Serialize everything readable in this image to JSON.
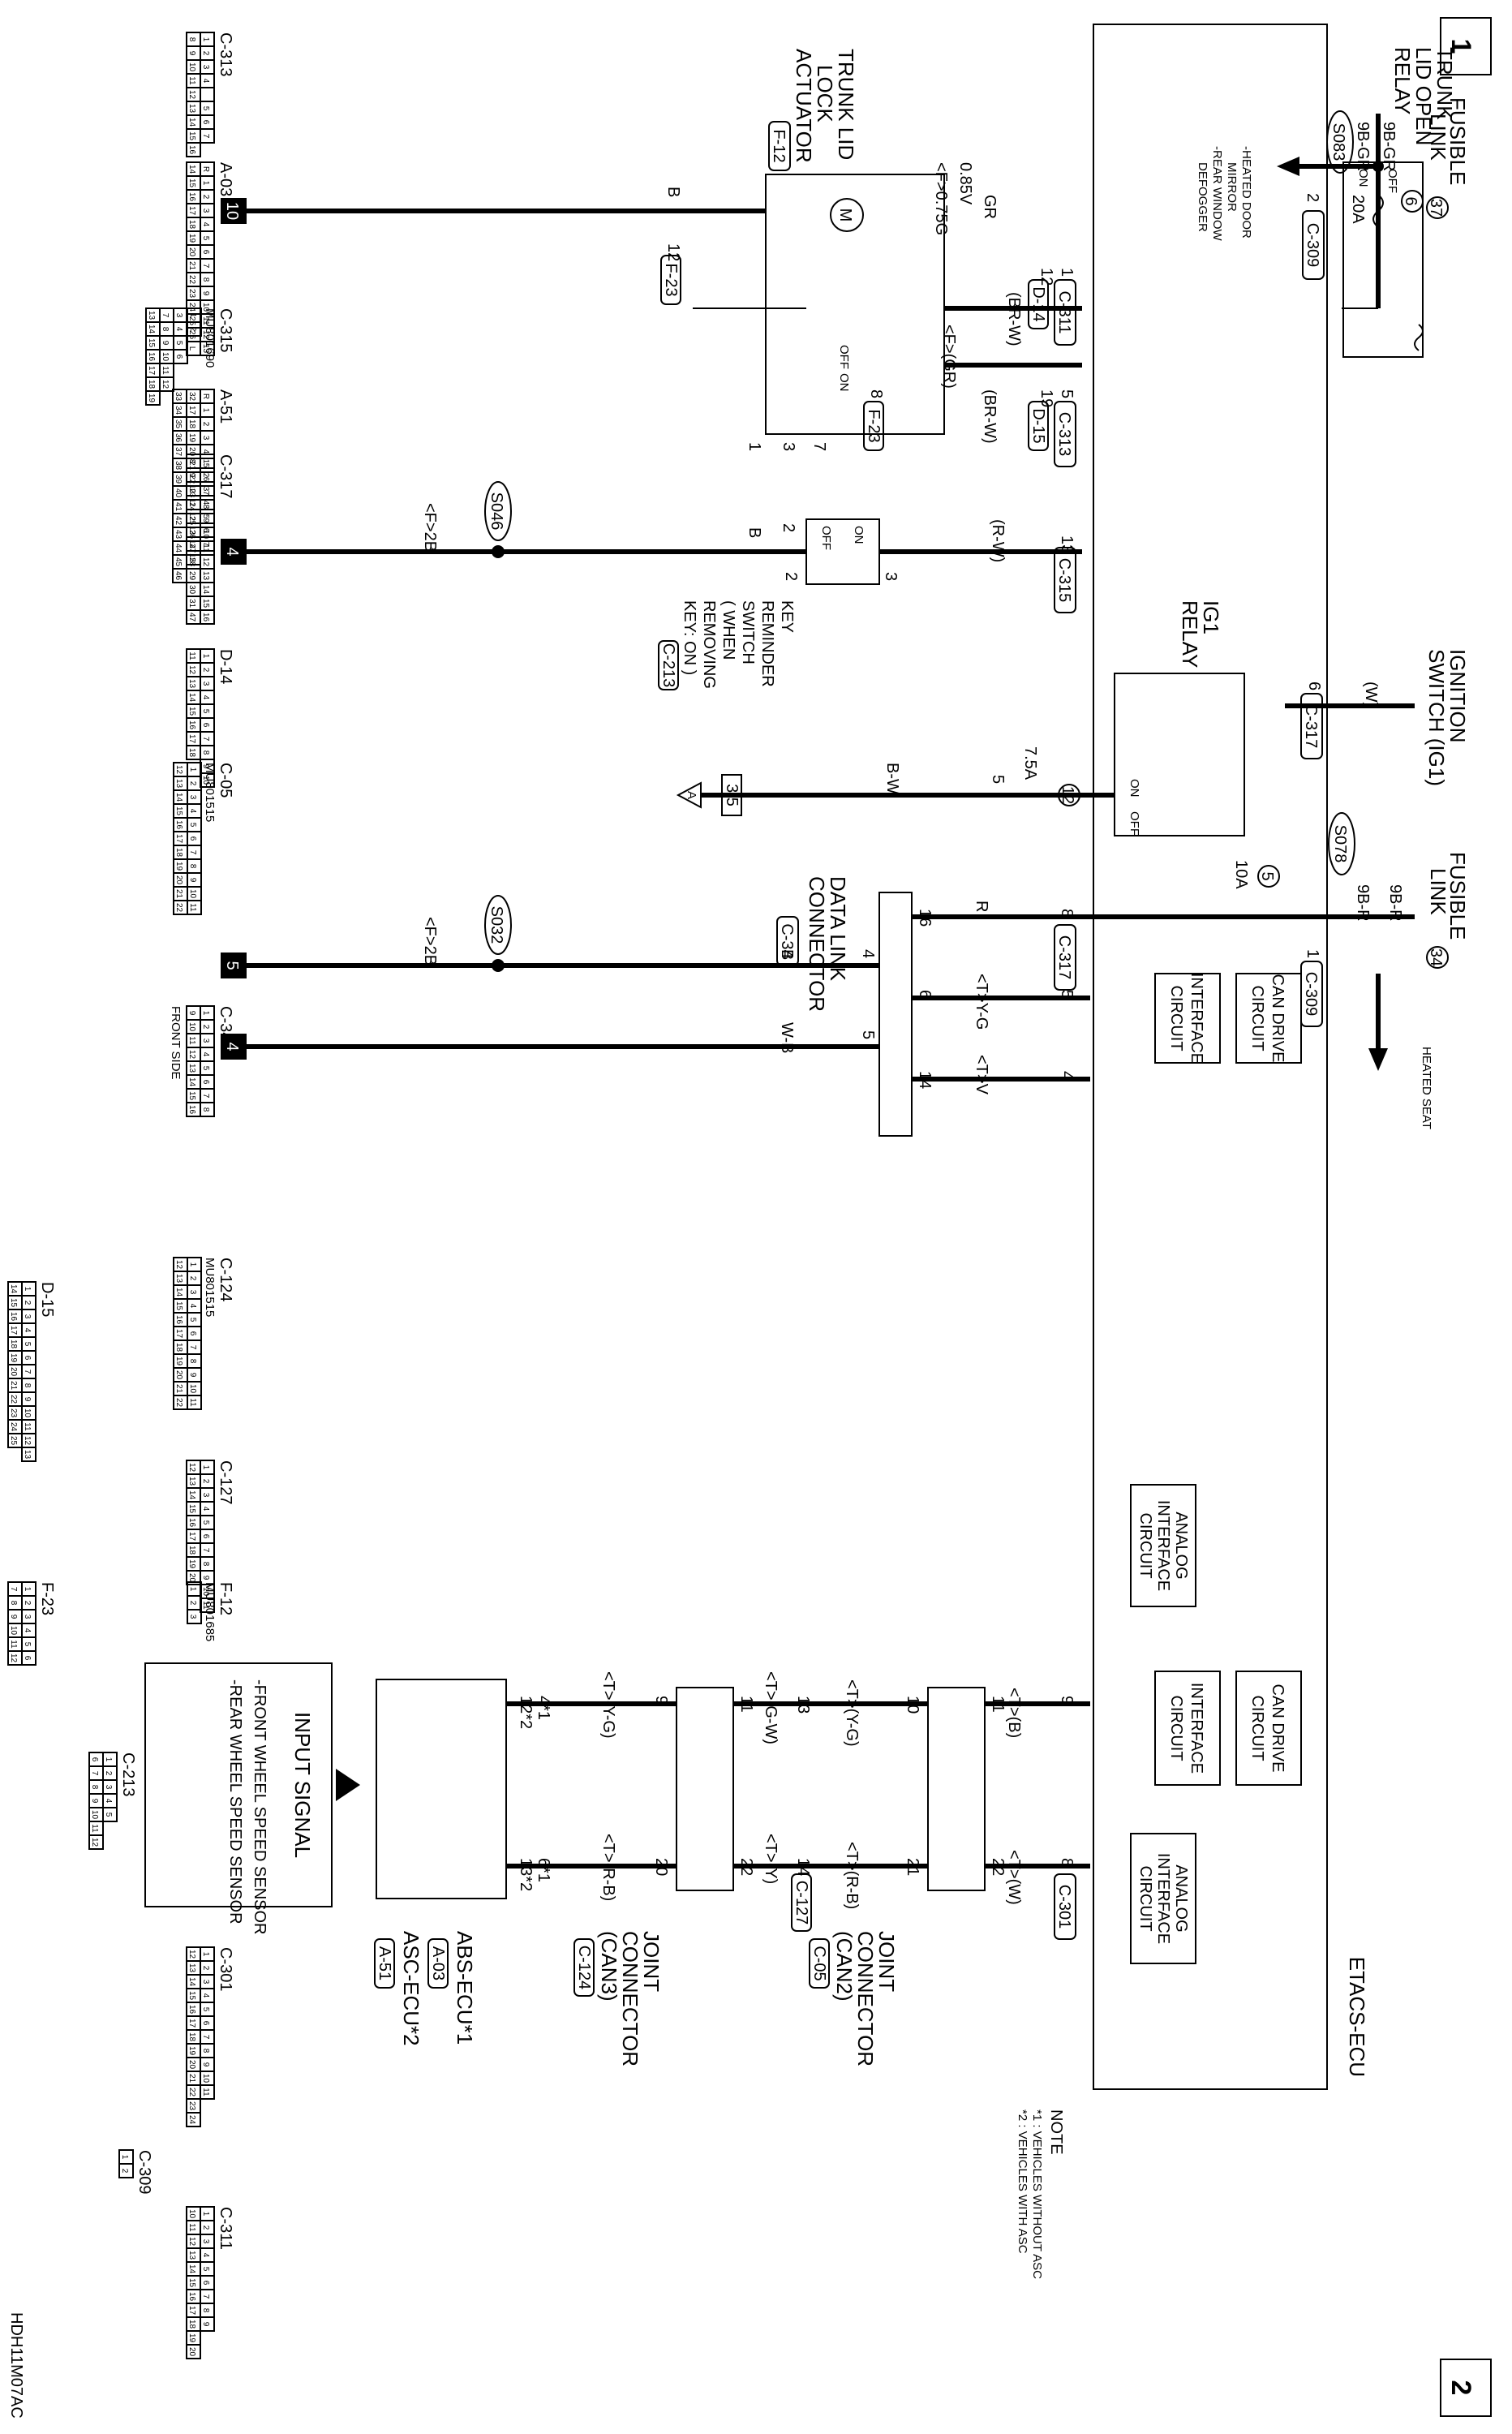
{
  "page": {
    "page_top": "1",
    "page_bottom": "2",
    "figure_id": "HDH11M07AC"
  },
  "ecu": {
    "title": "ETACS-ECU"
  },
  "notes": {
    "title": "NOTE",
    "n1": "*1 : VEHICLES WITHOUT ASC",
    "n2": "*2 : VEHICLES WITH ASC"
  },
  "fusible_links": {
    "fl37": {
      "label1": "FUSIBLE",
      "label2": "LINK",
      "num": "37",
      "splice": "S083",
      "wire": "9B-GR",
      "wire2": "9B-GR",
      "conn_pin": "2",
      "conn": "C-309",
      "branch": [
        "-HEATED DOOR",
        "MIRROR",
        "-REAR WINDOW",
        "DEFOGGER"
      ]
    },
    "fl34": {
      "label1": "FUSIBLE",
      "label2": "LINK",
      "num": "34",
      "splice": "S078",
      "wire": "9B-R",
      "wire2": "9B-R",
      "conn_pin": "1",
      "conn": "C-309",
      "branch": [
        "HEATED SEAT"
      ]
    }
  },
  "ignition": {
    "label1": "IGNITION",
    "label2": "SWITCH (IG1)",
    "wire": "(W)",
    "pin": "6",
    "conn": "C-317"
  },
  "fuses": [
    {
      "num": "6",
      "amp": "20A"
    },
    {
      "num": "12",
      "amp": "7.5A"
    },
    {
      "num": "5",
      "amp": "10A"
    }
  ],
  "relays": {
    "trunk": {
      "l1": "TRUNK",
      "l2": "LID OPEN",
      "l3": "RELAY",
      "off": "OFF",
      "on": "ON"
    },
    "ig1": {
      "l1": "IG1",
      "l2": "RELAY",
      "off": "OFF",
      "on": "ON"
    }
  },
  "trunk_actuator": {
    "title": [
      "TRUNK LID",
      "LOCK",
      "ACTUATOR"
    ],
    "conn": "F-12",
    "off": "OFF",
    "on": "ON",
    "pins": [
      "2",
      "3",
      "7",
      "1"
    ]
  },
  "wires_top": {
    "w1": {
      "pin": "1",
      "conn": "C-311",
      "color": "GR",
      "d_pin": "12",
      "d_conn": "D-14",
      "size": "0.85V",
      "f_size": "<F>0.75G",
      "alt": "(BR-W)"
    },
    "w2": {
      "pin": "5",
      "conn": "C-313",
      "color": "(BR-W)",
      "d_pin": "19",
      "d_conn": "D-15",
      "f_color": "<F>(GR)",
      "f_pin": "8",
      "f_conn": "F-23"
    },
    "w3": {
      "pin": "13",
      "conn": "C-315",
      "color": "(R-W)"
    },
    "ground_wire": "B",
    "ground_pin": "12",
    "ground_conn": "F-23",
    "ground_num": "10"
  },
  "key_switch": {
    "lines": [
      "KEY",
      "REMINDER",
      "SWITCH",
      "( WHEN",
      "REMOVING",
      "KEY: ON )"
    ],
    "conn": "C-213",
    "on": "ON",
    "off": "OFF",
    "pin_a": "3",
    "pin_b": "2",
    "wire": "B",
    "splice": "S046",
    "f_wire": "<F>2B",
    "ground_num": "4"
  },
  "ig_out": {
    "pin": "5",
    "wire": "B-W",
    "conn_ref": "3 5",
    "ref": "A"
  },
  "data_link": {
    "title": [
      "DATA LINK",
      "CONNECTOR"
    ],
    "conn": "C-34",
    "w_r": {
      "ecu_pin": "8",
      "ecu_conn": "C-317",
      "color": "R",
      "pin": "16"
    },
    "w_can_h": {
      "ecu_pin": "5",
      "color": "<T>Y-G",
      "pin": "6"
    },
    "w_can_l": {
      "ecu_pin": "4",
      "color": "<T>V",
      "pin": "14"
    },
    "g1": {
      "pin": "4",
      "wire": "B",
      "splice": "S032",
      "f_wire": "<F>2B",
      "ground_num": "5"
    },
    "g2": {
      "pin": "5",
      "wire": "W-B",
      "ground_num": "4"
    }
  },
  "can_circuits": {
    "can_drive": [
      "CAN DRIVE",
      "CIRCUIT"
    ],
    "interface": [
      "INTERFACE",
      "CIRCUIT"
    ],
    "analog": [
      "ANALOG",
      "INTERFACE",
      "CIRCUIT"
    ]
  },
  "can_bus": {
    "c301_l": {
      "pin": "9",
      "color": "<T>(B)"
    },
    "c301_h": {
      "pin": "8",
      "conn": "C-301",
      "color": "<T>(W)"
    },
    "jc2": {
      "title": [
        "JOINT",
        "CONNECTOR",
        "(CAN2)"
      ],
      "conn": "C-05",
      "p_in_l": "11",
      "p_in_h": "22",
      "p_out_l": "10",
      "p_out_h": "21"
    },
    "mid_l": {
      "color": "<T>(Y-G)"
    },
    "mid_h": {
      "color": "<T>(R-B)"
    },
    "c127": {
      "pin": "14",
      "conn": "C-127",
      "l_pin": "13",
      "color_l": "<T>(G-W)",
      "color_h": "<T>(Y)"
    },
    "jc3": {
      "title": [
        "JOINT",
        "CONNECTOR",
        "(CAN3)"
      ],
      "conn": "C-124",
      "p_in_l": "11",
      "p_in_h": "22",
      "p_out_l": "9",
      "p_out_h": "20"
    },
    "abs_l": {
      "color": "<T>(Y-G)",
      "pin": "4*1",
      "pin2": "12*2"
    },
    "abs_h": {
      "color": "<T>(R-B)",
      "pin": "6*1",
      "pin2": "13*2"
    }
  },
  "abs": {
    "l1": "ABS-ECU*1",
    "conn1": "A-03",
    "l2": "ASC-ECU*2",
    "conn2": "A-51"
  },
  "input_signal": {
    "title": "INPUT SIGNAL",
    "l1": "-FRONT WHEEL SPEED SENSOR",
    "l2": "-REAR WHEEL SPEED SENSOR"
  },
  "connectors": [
    {
      "id": "C-313",
      "rows": [
        [
          "1",
          "2",
          "3",
          "4",
          "",
          "5",
          "6",
          "7"
        ],
        [
          "8",
          "9",
          "10",
          "11",
          "12",
          "13",
          "14",
          "15",
          "16"
        ]
      ]
    },
    {
      "id": "A-03",
      "rows": [
        [
          "R",
          "1",
          "2",
          "3",
          "4",
          "5",
          "6",
          "7",
          "8",
          "9",
          "10",
          "11",
          "12",
          "13"
        ],
        [
          "14",
          "15",
          "16",
          "17",
          "18",
          "19",
          "20",
          "21",
          "22",
          "23",
          "24",
          "25",
          "26",
          "L"
        ]
      ]
    },
    {
      "id": "C-315",
      "part": "MU801690",
      "rows": [
        [
          "1",
          "2"
        ],
        [
          "3",
          "4",
          "5",
          "6"
        ],
        [
          "7",
          "8",
          "9",
          "10",
          "11",
          "12"
        ],
        [
          "13",
          "14",
          "15",
          "16",
          "17",
          "18",
          "19"
        ]
      ]
    },
    {
      "id": "A-51",
      "rows": [
        [
          "R",
          "1",
          "2",
          "3",
          "4",
          "5",
          "6",
          "7",
          "8",
          "9",
          "10",
          "11",
          "12",
          "13",
          "14",
          "15",
          "16"
        ],
        [
          "32",
          "17",
          "18",
          "19",
          "20",
          "21",
          "22",
          "23",
          "24",
          "25",
          "26",
          "27",
          "28",
          "29",
          "30",
          "31",
          "47"
        ],
        [
          "33",
          "34",
          "35",
          "36",
          "37",
          "38",
          "39",
          "40",
          "41",
          "42",
          "43",
          "44",
          "45",
          "46"
        ]
      ]
    },
    {
      "id": "C-317",
      "rows": [
        [
          "1",
          "2",
          "3",
          "4",
          "5",
          "6",
          "7"
        ],
        [
          "8",
          "9",
          "10",
          "11",
          "12",
          "13",
          "14",
          "15"
        ]
      ]
    },
    {
      "id": "D-14",
      "rows": [
        [
          "1",
          "2",
          "3",
          "4",
          "5",
          "6",
          "7",
          "8",
          "9",
          "10"
        ],
        [
          "11",
          "12",
          "13",
          "14",
          "15",
          "16",
          "17",
          "18"
        ]
      ]
    },
    {
      "id": "C-05",
      "part": "MU801515",
      "rows": [
        [
          "1",
          "2",
          "3",
          "4",
          "5",
          "6",
          "7",
          "8",
          "9",
          "10",
          "11"
        ],
        [
          "12",
          "13",
          "14",
          "15",
          "16",
          "17",
          "18",
          "19",
          "20",
          "21",
          "22"
        ]
      ]
    },
    {
      "id": "C-34",
      "caption": "FRONT SIDE",
      "rows": [
        [
          "1",
          "2",
          "3",
          "4",
          "5",
          "6",
          "7",
          "8"
        ],
        [
          "9",
          "10",
          "11",
          "12",
          "13",
          "14",
          "15",
          "16"
        ]
      ]
    },
    {
      "id": "C-124",
      "part": "MU801515",
      "rows": [
        [
          "1",
          "2",
          "3",
          "4",
          "5",
          "6",
          "7",
          "8",
          "9",
          "10",
          "11"
        ],
        [
          "12",
          "13",
          "14",
          "15",
          "16",
          "17",
          "18",
          "19",
          "20",
          "21",
          "22"
        ]
      ]
    },
    {
      "id": "D-15",
      "rows": [
        [
          "1",
          "2",
          "3",
          "4",
          "5",
          "6",
          "7",
          "8",
          "9",
          "10",
          "11",
          "12",
          "13"
        ],
        [
          "14",
          "15",
          "16",
          "17",
          "18",
          "19",
          "20",
          "21",
          "22",
          "23",
          "24",
          "25"
        ]
      ]
    },
    {
      "id": "C-127",
      "rows": [
        [
          "1",
          "2",
          "3",
          "4",
          "5",
          "6",
          "7",
          "8",
          "9",
          "10",
          "11"
        ],
        [
          "12",
          "13",
          "14",
          "15",
          "16",
          "17",
          "18",
          "19",
          "20"
        ]
      ]
    },
    {
      "id": "F-12",
      "part": "MU801685",
      "rows": [
        [
          "1",
          "2",
          "3"
        ]
      ]
    },
    {
      "id": "F-23",
      "rows": [
        [
          "1",
          "2",
          "3",
          "4",
          "5",
          "6"
        ],
        [
          "7",
          "8",
          "9",
          "10",
          "11",
          "12"
        ]
      ]
    },
    {
      "id": "C-213",
      "rows": [
        [
          "1",
          "2",
          "3",
          "4",
          "5"
        ],
        [
          "6",
          "7",
          "8",
          "9",
          "10",
          "11",
          "12"
        ]
      ]
    },
    {
      "id": "C-301",
      "rows": [
        [
          "1",
          "2",
          "3",
          "4",
          "5",
          "6",
          "7",
          "8",
          "9",
          "10",
          "11"
        ],
        [
          "12",
          "13",
          "14",
          "15",
          "16",
          "17",
          "18",
          "19",
          "20",
          "21",
          "22",
          "23",
          "24"
        ]
      ]
    },
    {
      "id": "C-309",
      "rows": [
        [
          "1",
          "2"
        ]
      ]
    },
    {
      "id": "C-311",
      "rows": [
        [
          "1",
          "2",
          "3",
          "4",
          "5",
          "6",
          "7",
          "8",
          "9"
        ],
        [
          "10",
          "11",
          "12",
          "13",
          "14",
          "15",
          "16",
          "17",
          "18",
          "19",
          "20"
        ]
      ]
    }
  ]
}
